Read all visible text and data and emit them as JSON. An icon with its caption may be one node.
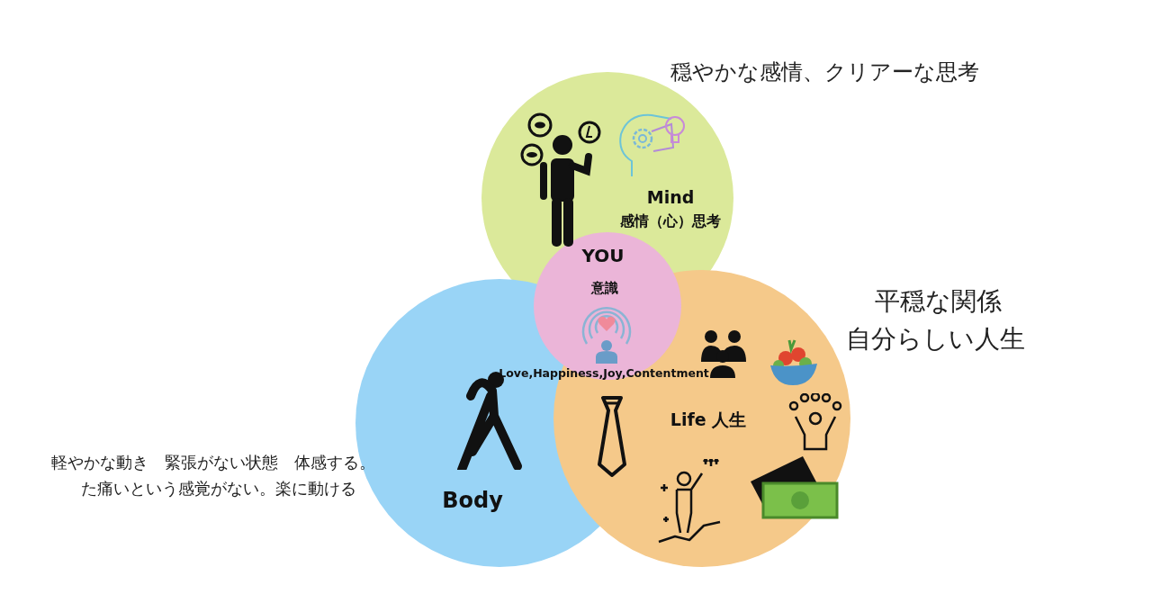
{
  "diagram": {
    "nodes": [
      {
        "text": [
          "Mind",
          "感情（心）思考"
        ],
        "beside": [
          "穏やかな感情、クリアーな思考"
        ]
      },
      {
        "text": [
          "Body"
        ],
        "beside": [
          "軽やかな動き　緊張がない状態　体感する。",
          "た痛いという感覚がない。楽に動ける"
        ]
      },
      {
        "text": [
          "Life 人生"
        ],
        "beside": [
          "平穏な関係",
          "自分らしい人生"
        ]
      },
      {
        "text": [
          "YOU",
          "意識",
          "Love,Happiness,Joy,Contentment"
        ]
      }
    ],
    "edges": []
  }
}
